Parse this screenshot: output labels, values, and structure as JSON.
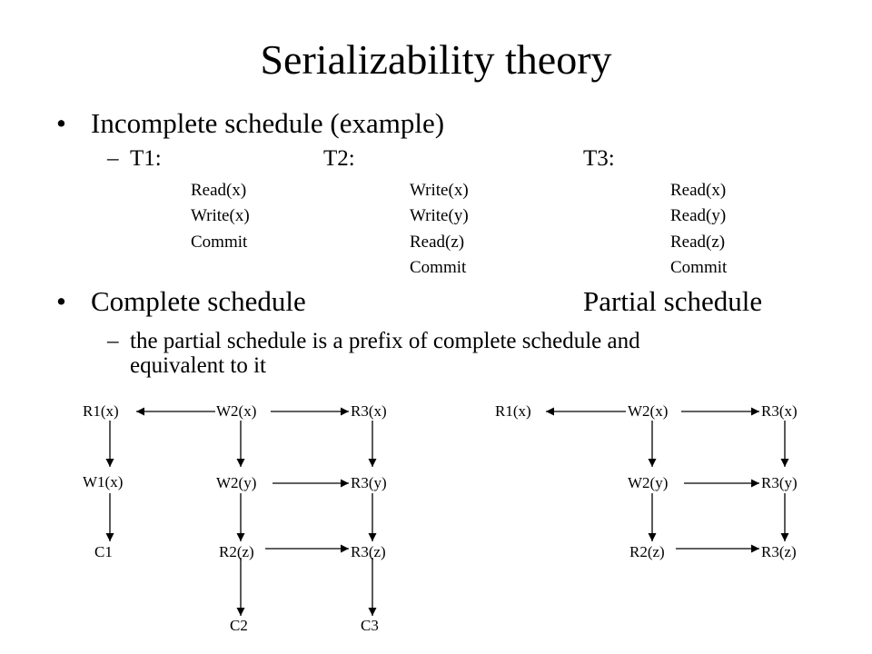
{
  "title": "Serializability theory",
  "bullet1": {
    "text": "Incomplete schedule (example)",
    "subitem": {
      "dash": "–",
      "t1": "T1:",
      "t2": "T2:",
      "t3": "T3:"
    },
    "ops": {
      "t1": [
        "Read(x)",
        "Write(x)",
        "Commit"
      ],
      "t2": [
        "Write(x)",
        "Write(y)",
        "Read(z)",
        "Commit"
      ],
      "t3": [
        "Read(x)",
        "Read(y)",
        "Read(z)",
        "Commit"
      ]
    }
  },
  "bullet2": {
    "left": "Complete schedule",
    "right": "Partial schedule",
    "dash": "–",
    "line1": "the partial schedule is a prefix of complete schedule and",
    "line2": "equivalent to it"
  },
  "bullet_char": "•",
  "complete_graph": {
    "nodes": [
      "R1(x)",
      "W2(x)",
      "R3(x)",
      "W1(x)",
      "W2(y)",
      "R3(y)",
      "C1",
      "R2(z)",
      "R3(z)",
      "C2",
      "C3"
    ]
  },
  "partial_graph": {
    "nodes": [
      "R1(x)",
      "W2(x)",
      "R3(x)",
      "W2(y)",
      "R3(y)",
      "R2(z)",
      "R3(z)"
    ]
  }
}
